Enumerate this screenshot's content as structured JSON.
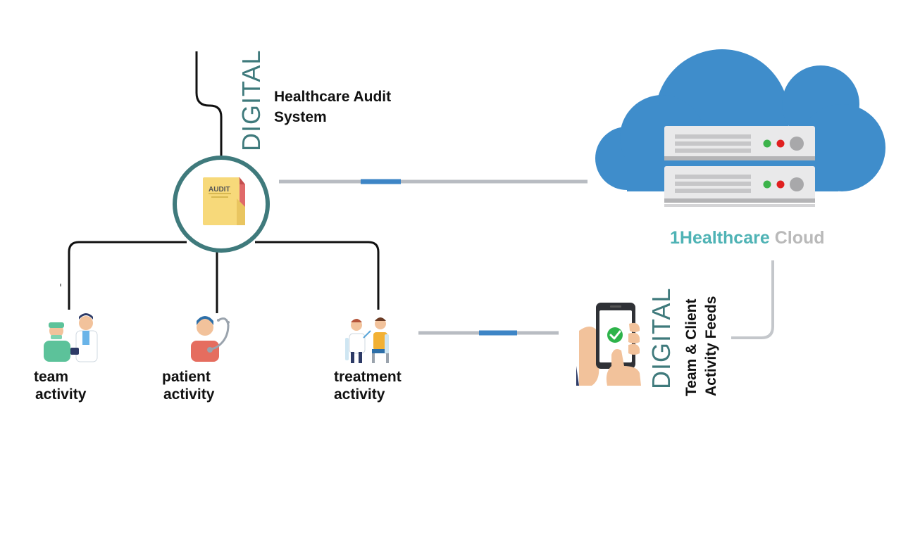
{
  "diagram": {
    "audit_node": {
      "vertical_label": "DIGITAL",
      "title_line1": "Healthcare Audit",
      "title_line2": "System",
      "icon_text": "AUDIT"
    },
    "activities": [
      {
        "line1": "team",
        "line2": "activity",
        "icon": "healthcare-team-icon"
      },
      {
        "line1": "patient",
        "line2": "activity",
        "icon": "patient-icon"
      },
      {
        "line1": "treatment",
        "line2": "activity",
        "icon": "treatment-icon"
      }
    ],
    "cloud": {
      "label_primary": "1Healthcare",
      "label_secondary": "Cloud",
      "icon": "cloud-server-icon"
    },
    "feeds": {
      "vertical_label": "DIGITAL",
      "line1": "Team & Client",
      "line2": "Activity Feeds",
      "icon": "smartphone-check-icon"
    },
    "colors": {
      "teal": "#3f7a7c",
      "cloud_blue": "#3f8dcb",
      "connector_gray": "#b8bcc2",
      "connector_accent": "#3d85c6",
      "cloud_text_teal": "#4fb3b5",
      "cloud_text_gray": "#b9b9b9"
    }
  }
}
